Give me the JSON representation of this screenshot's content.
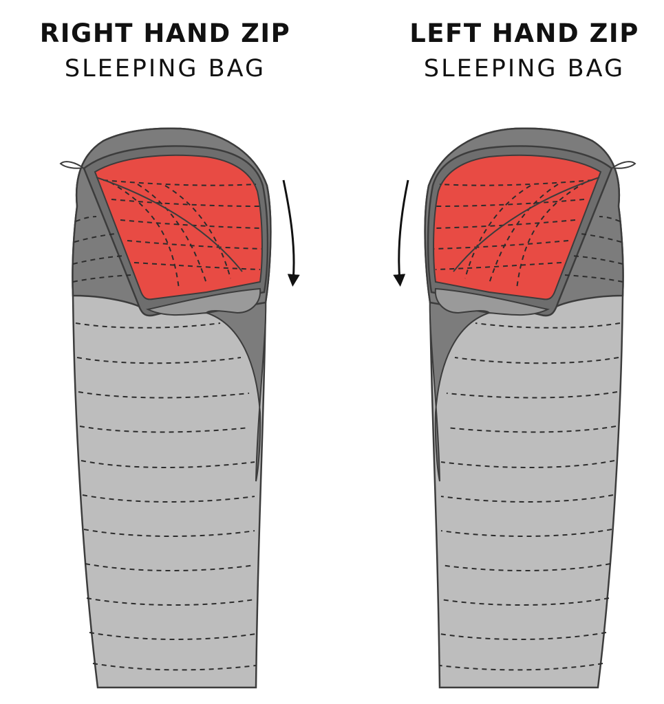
{
  "labels": {
    "right_zip": {
      "line1": "RIGHT HAND ZIP",
      "line2": "SLEEPING BAG"
    },
    "left_zip": {
      "line1": "LEFT HAND ZIP",
      "line2": "SLEEPING BAG"
    }
  },
  "colors": {
    "outer_shell": "#bdbdbd",
    "outer_shell_dark": "#7c7c7c",
    "hood_dark": "#6e6e6e",
    "lining": "#e84b44",
    "outline": "#3c3c3c",
    "arrow": "#111111",
    "background": "#ffffff"
  }
}
